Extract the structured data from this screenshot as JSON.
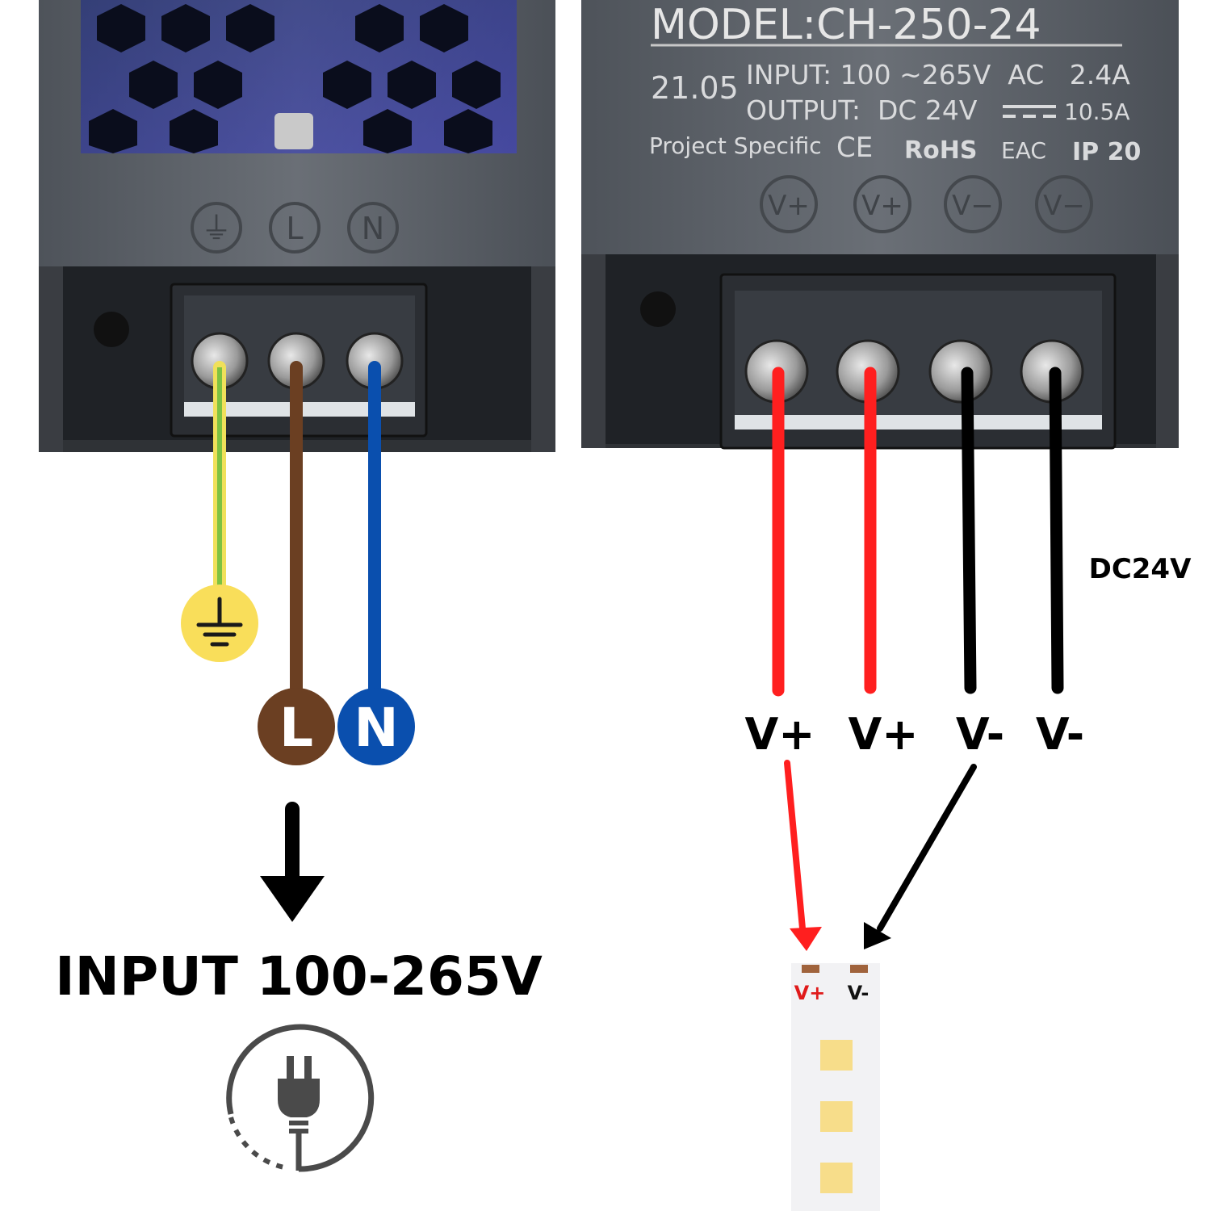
{
  "input_psu": {
    "terminal_marks": [
      "⏚",
      "L",
      "N"
    ],
    "wire_badges": {
      "live": "L",
      "neutral": "N"
    },
    "input_label": "INPUT 100-265V"
  },
  "output_psu": {
    "label_plate": {
      "model": "MODEL:CH-250-24",
      "date_code": "21.05",
      "input_line": "INPUT: 100 ~265V  AC   2.4A",
      "output_line": "OUTPUT:  DC 24V",
      "output_current": "10.5A",
      "project_text": "Project Specific",
      "ce_mark": "CE",
      "rohs_mark": "RoHS",
      "eac_mark": "EAC",
      "ip_rating": "IP 20"
    },
    "terminal_marks": [
      "V+",
      "V+",
      "V−",
      "V−"
    ],
    "terminal_labels": [
      "V+",
      "V+",
      "V-",
      "V-"
    ],
    "voltage_label": "DC24V"
  },
  "led_strip": {
    "pad_pos": "V+",
    "pad_neg": "V-"
  },
  "colors": {
    "earth_wire": "#f0e05a",
    "earth_stripe": "#7dc242",
    "live_wire": "#6b3f22",
    "neutral_wire": "#0a4fae",
    "positive_wire": "#ff1f1f",
    "negative_wire": "#000000",
    "earth_badge": "#f9de5a",
    "led_chip": "#f7dd8a",
    "strip_pad": "#a0633c",
    "psu_body": "#555a61"
  }
}
